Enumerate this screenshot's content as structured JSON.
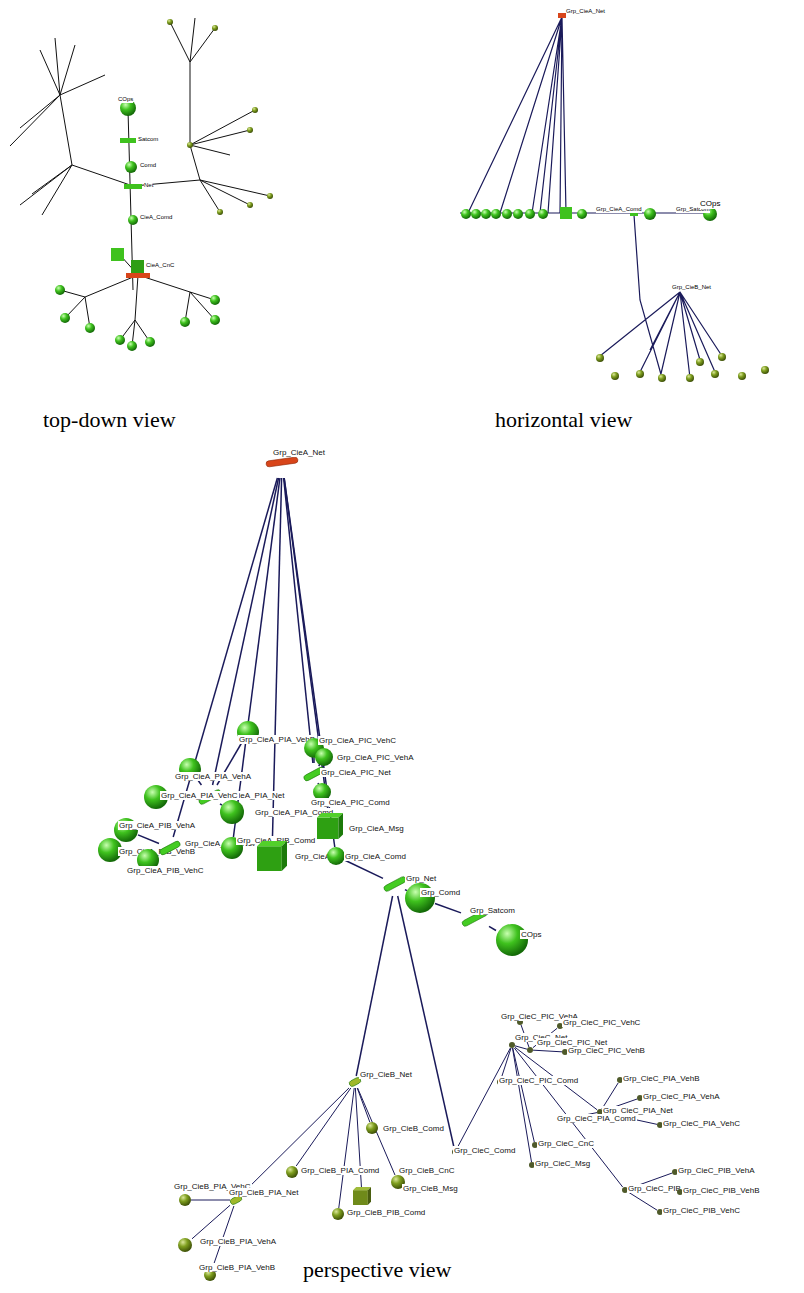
{
  "diagram": {
    "nodes": [
      {
        "text": [
          "Grp_CieA_Net"
        ]
      },
      {
        "text": [
          "Grp_CieA_PIA_VehB"
        ]
      },
      {
        "text": [
          "Grp_CieA_PIC_VehC"
        ]
      },
      {
        "text": [
          "Grp_CieA_PIC_VehA"
        ]
      },
      {
        "text": [
          "Grp_CieA_PIA_VehA"
        ]
      },
      {
        "text": [
          "Grp_CieA_PIC_Net"
        ]
      },
      {
        "text": [
          "Grp_CieA_PIA_Net"
        ]
      },
      {
        "text": [
          "Grp_CieA_PIA_VehC"
        ]
      },
      {
        "text": [
          "Grp_CieA_PIC_Comd"
        ]
      },
      {
        "text": [
          "Grp_CieA_PIA_Comd"
        ]
      },
      {
        "text": [
          "Grp_CieA_Msg"
        ]
      },
      {
        "text": [
          "Grp_CieA_PIB_VehA"
        ]
      },
      {
        "text": [
          "Grp_CieA_PIB_VehB"
        ]
      },
      {
        "text": [
          "Grp_CieA_PIB_Net"
        ]
      },
      {
        "text": [
          "Grp_CieA_PIB_Comd"
        ]
      },
      {
        "text": [
          "Grp_CieA_PIB_VehC"
        ]
      },
      {
        "text": [
          "Grp_CieA_CnC"
        ]
      },
      {
        "text": [
          "Grp_CieA_Comd"
        ]
      },
      {
        "text": [
          "Grp_Net"
        ]
      },
      {
        "text": [
          "Grp_Comd"
        ]
      },
      {
        "text": [
          "Grp_Satcom"
        ]
      },
      {
        "text": [
          "COps"
        ]
      },
      {
        "text": [
          "Grp_CieB_Net"
        ]
      },
      {
        "text": [
          "Grp_CieB_Comd"
        ]
      },
      {
        "text": [
          "Grp_CieB_Msg"
        ]
      },
      {
        "text": [
          "Grp_CieB_CnC"
        ]
      },
      {
        "text": [
          "Grp_CieB_PIA_Comd"
        ]
      },
      {
        "text": [
          "Grp_CieB_PIB_Comd"
        ]
      },
      {
        "text": [
          "Grp_CieB_PIA_VehC"
        ]
      },
      {
        "text": [
          "Grp_CieB_PIA_Net"
        ]
      },
      {
        "text": [
          "Grp_CieB_PIA_VehA"
        ]
      },
      {
        "text": [
          "Grp_CieB_PIA_VehB"
        ]
      },
      {
        "text": [
          "Grp_CieC_Comd"
        ]
      },
      {
        "text": [
          "Grp_CieC_Net"
        ]
      },
      {
        "text": [
          "Grp_CieC_PIC_VehA"
        ]
      },
      {
        "text": [
          "Grp_CieC_PIC_VehC"
        ]
      },
      {
        "text": [
          "Grp_CieC_PIC_VehB"
        ]
      },
      {
        "text": [
          "Grp_CieC_PIC_Net"
        ]
      },
      {
        "text": [
          "Grp_CieC_PIC_Comd"
        ]
      },
      {
        "text": [
          "Grp_CieC_PIA_Net"
        ]
      },
      {
        "text": [
          "Grp_CieC_PIA_VehB"
        ]
      },
      {
        "text": [
          "Grp_CieC_PIA_VehA"
        ]
      },
      {
        "text": [
          "Grp_CieC_PIA_VehC"
        ]
      },
      {
        "text": [
          "Grp_CieC_PIA_Comd"
        ]
      },
      {
        "text": [
          "Grp_CieC_CnC"
        ]
      },
      {
        "text": [
          "Grp_CieC_Msg"
        ]
      },
      {
        "text": [
          "Grp_CieC_PIB_Net"
        ]
      },
      {
        "text": [
          "Grp_CieC_PIB_VehA"
        ]
      },
      {
        "text": [
          "Grp_CieC_PIB_VehB"
        ]
      },
      {
        "text": [
          "Grp_CieC_PIB_VehC"
        ]
      }
    ],
    "edges": [
      {
        "from": 0,
        "to": 6,
        "arrow": "none"
      },
      {
        "from": 0,
        "to": 13,
        "arrow": "none"
      },
      {
        "from": 0,
        "to": 5,
        "arrow": "none"
      },
      {
        "from": 0,
        "to": 17,
        "arrow": "none"
      },
      {
        "from": 0,
        "to": 16,
        "arrow": "none"
      },
      {
        "from": 0,
        "to": 10,
        "arrow": "none"
      },
      {
        "from": 0,
        "to": 14,
        "arrow": "none"
      },
      {
        "from": 6,
        "to": 1,
        "arrow": "none"
      },
      {
        "from": 6,
        "to": 4,
        "arrow": "none"
      },
      {
        "from": 6,
        "to": 7,
        "arrow": "none"
      },
      {
        "from": 6,
        "to": 9,
        "arrow": "none"
      },
      {
        "from": 13,
        "to": 11,
        "arrow": "none"
      },
      {
        "from": 13,
        "to": 12,
        "arrow": "none"
      },
      {
        "from": 13,
        "to": 15,
        "arrow": "none"
      },
      {
        "from": 5,
        "to": 2,
        "arrow": "none"
      },
      {
        "from": 5,
        "to": 3,
        "arrow": "none"
      },
      {
        "from": 5,
        "to": 8,
        "arrow": "none"
      },
      {
        "from": 17,
        "to": 18,
        "arrow": "none"
      },
      {
        "from": 18,
        "to": 19,
        "arrow": "none"
      },
      {
        "from": 19,
        "to": 20,
        "arrow": "none"
      },
      {
        "from": 20,
        "to": 21,
        "arrow": "none"
      },
      {
        "from": 18,
        "to": 22,
        "arrow": "none"
      },
      {
        "from": 18,
        "to": 32,
        "arrow": "none"
      },
      {
        "from": 22,
        "to": 23,
        "arrow": "none"
      },
      {
        "from": 22,
        "to": 24,
        "arrow": "none"
      },
      {
        "from": 22,
        "to": 25,
        "arrow": "none"
      },
      {
        "from": 22,
        "to": 26,
        "arrow": "none"
      },
      {
        "from": 22,
        "to": 27,
        "arrow": "none"
      },
      {
        "from": 22,
        "to": 29,
        "arrow": "none"
      },
      {
        "from": 29,
        "to": 28,
        "arrow": "none"
      },
      {
        "from": 29,
        "to": 30,
        "arrow": "none"
      },
      {
        "from": 29,
        "to": 31,
        "arrow": "none"
      },
      {
        "from": 32,
        "to": 33,
        "arrow": "none"
      },
      {
        "from": 33,
        "to": 37,
        "arrow": "none"
      },
      {
        "from": 33,
        "to": 39,
        "arrow": "none"
      },
      {
        "from": 33,
        "to": 46,
        "arrow": "none"
      },
      {
        "from": 33,
        "to": 44,
        "arrow": "none"
      },
      {
        "from": 33,
        "to": 45,
        "arrow": "none"
      },
      {
        "from": 33,
        "to": 38,
        "arrow": "none"
      },
      {
        "from": 37,
        "to": 34,
        "arrow": "none"
      },
      {
        "from": 37,
        "to": 35,
        "arrow": "none"
      },
      {
        "from": 37,
        "to": 36,
        "arrow": "none"
      },
      {
        "from": 39,
        "to": 40,
        "arrow": "none"
      },
      {
        "from": 39,
        "to": 41,
        "arrow": "none"
      },
      {
        "from": 39,
        "to": 42,
        "arrow": "none"
      },
      {
        "from": 39,
        "to": 43,
        "arrow": "none"
      },
      {
        "from": 46,
        "to": 47,
        "arrow": "none"
      },
      {
        "from": 46,
        "to": 48,
        "arrow": "none"
      },
      {
        "from": 46,
        "to": 49,
        "arrow": "none"
      }
    ],
    "labels": [
      "top-down view",
      "horizontal view",
      "perspective view",
      "COps",
      "Satcom",
      "Comd",
      "Net",
      "CieA_Comd",
      "CieA_CnC",
      "Grp_CieA_Net",
      "Grp_CieA_Comd",
      "Grp_Satcom",
      "COps",
      "Grp_CieB_Net"
    ]
  }
}
